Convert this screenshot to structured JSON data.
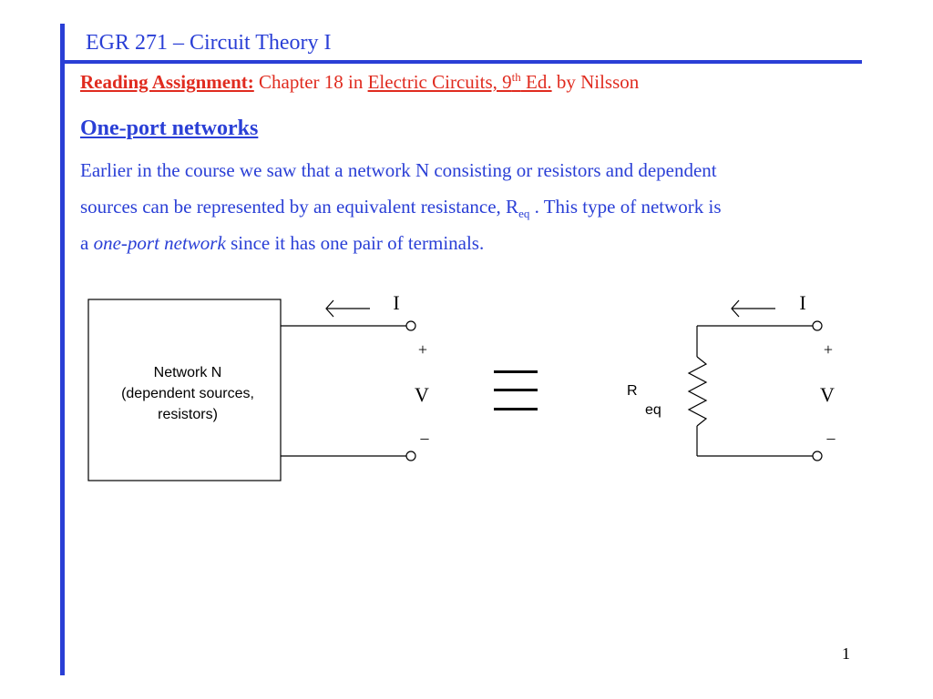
{
  "header": {
    "title": "EGR 271 – Circuit Theory I"
  },
  "reading": {
    "label": "Reading Assignment:",
    "pre": "Chapter 18 in ",
    "book": "Electric Circuits, 9",
    "book_sup": "th",
    "edition": " Ed.",
    "post": " by Nilsson"
  },
  "section": {
    "heading": "One-port networks"
  },
  "paragraph": {
    "line1": "Earlier in the course we saw that a network N consisting or resistors and dependent",
    "line2_pre": "sources can be represented by an equivalent resistance, R",
    "line2_sub": "eq",
    "line2_post": " .  This type of network is",
    "line3_pre": "a ",
    "line3_italic": "one-port network",
    "line3_post": " since it has one pair of terminals."
  },
  "diagram": {
    "network_line1": "Network N",
    "network_line2": "(dependent sources,",
    "network_line3": "resistors)",
    "left_current": "I",
    "left_plus": "+",
    "left_voltage": "V",
    "left_minus": "–",
    "right_current": "I",
    "right_plus": "+",
    "right_voltage": "V",
    "right_minus": "–",
    "resistor_label": "R",
    "resistor_sub": "eq"
  },
  "footer": {
    "page_number": "1"
  },
  "colors": {
    "accent_blue": "#2a3fd6",
    "accent_red": "#e02b1f"
  }
}
